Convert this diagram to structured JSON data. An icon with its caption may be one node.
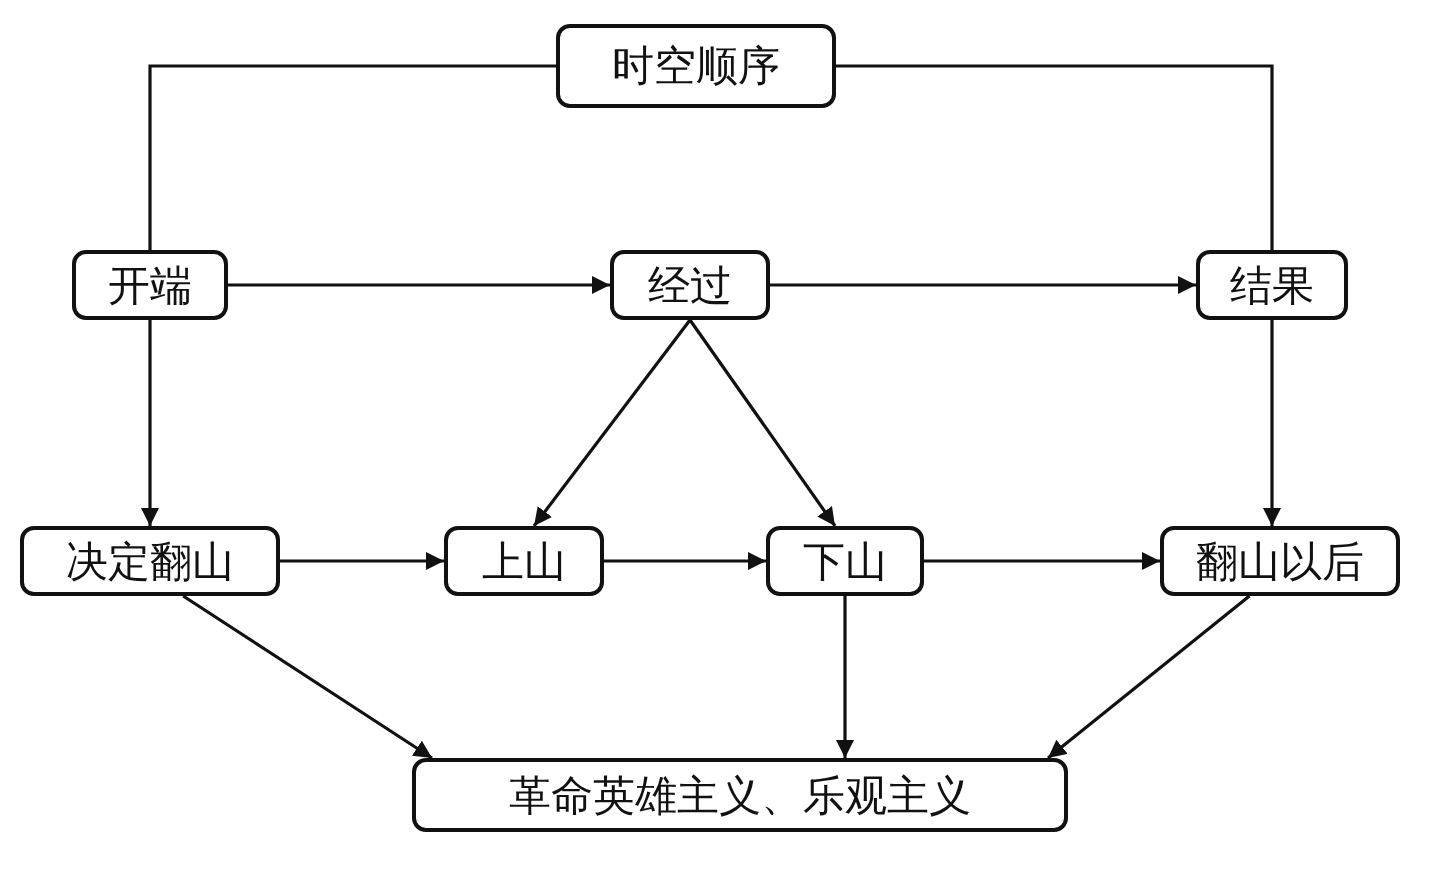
{
  "diagram": {
    "nodes": [
      {
        "text": [
          "时空顺序"
        ]
      },
      {
        "text": [
          "开端"
        ]
      },
      {
        "text": [
          "经过"
        ]
      },
      {
        "text": [
          "结果"
        ]
      },
      {
        "text": [
          "决定翻山"
        ]
      },
      {
        "text": [
          "上山"
        ]
      },
      {
        "text": [
          "下山"
        ]
      },
      {
        "text": [
          "翻山以后"
        ]
      },
      {
        "text": [
          "革命英雄主义、乐观主义"
        ]
      }
    ],
    "edges": [
      {
        "from": 0,
        "to": 1,
        "arrow": "none"
      },
      {
        "from": 0,
        "to": 3,
        "arrow": "none"
      },
      {
        "from": 1,
        "to": 2,
        "arrow": "to"
      },
      {
        "from": 2,
        "to": 3,
        "arrow": "to"
      },
      {
        "from": 1,
        "to": 4,
        "arrow": "to"
      },
      {
        "from": 3,
        "to": 7,
        "arrow": "to"
      },
      {
        "from": 2,
        "to": 5,
        "arrow": "to"
      },
      {
        "from": 2,
        "to": 6,
        "arrow": "to"
      },
      {
        "from": 4,
        "to": 5,
        "arrow": "to"
      },
      {
        "from": 5,
        "to": 6,
        "arrow": "to"
      },
      {
        "from": 6,
        "to": 7,
        "arrow": "to"
      },
      {
        "from": 4,
        "to": 8,
        "arrow": "to"
      },
      {
        "from": 6,
        "to": 8,
        "arrow": "to"
      },
      {
        "from": 7,
        "to": 8,
        "arrow": "to"
      }
    ]
  }
}
